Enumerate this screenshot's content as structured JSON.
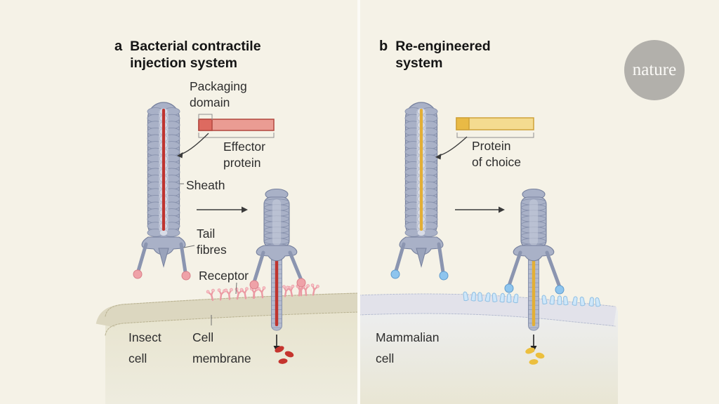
{
  "brand": {
    "logo_text": "nature"
  },
  "panels": {
    "a": {
      "letter": "a",
      "title": [
        "Bacterial contractile",
        "injection system"
      ],
      "labels": {
        "packaging_domain": [
          "Packaging",
          "domain"
        ],
        "effector_protein": [
          "Effector",
          "protein"
        ],
        "sheath": [
          "Sheath"
        ],
        "tail_fibres": [
          "Tail",
          "fibres"
        ],
        "receptor": [
          "Receptor"
        ],
        "insect_cell": [
          "Insect",
          "cell"
        ],
        "cell_membrane": [
          "Cell",
          "membrane"
        ]
      }
    },
    "b": {
      "letter": "b",
      "title": [
        "Re-engineered",
        "system"
      ],
      "labels": {
        "protein_of_choice": [
          "Protein",
          "of choice"
        ],
        "mammalian_cell": [
          "Mammalian",
          "cell"
        ]
      }
    }
  },
  "colors": {
    "background": "#f5f2e7",
    "divider": "#fcfbf6",
    "logo_circle": "#b2b0ab",
    "logo_text": "#fbfaf7",
    "phage_body": "#a9b1c7",
    "phage_outline": "#76809d",
    "phage_shade": "#8791ac",
    "phage_shade2": "#9aa3bb",
    "phage_leg": "#8b95b0",
    "phage_channel": "#c9cedc",
    "phage_channel_hi": "#d7dbe6",
    "tube_fill": "#b4bbcf",
    "core_red": "#bf342f",
    "core_yellow": "#e3af36",
    "bar_red_border": "#b2473f",
    "bar_red_left": "#dd6a60",
    "bar_red_right": "#ea9c93",
    "bar_yellow_border": "#cfa138",
    "bar_yellow_left": "#e9ba45",
    "bar_yellow_right": "#f4db90",
    "foot_pink_fill": "#efa2a8",
    "foot_pink_stroke": "#d97f88",
    "foot_blue_fill": "#8ec5ee",
    "foot_blue_stroke": "#5f9bcd",
    "receptor_pink_fill": "#f7c2c7",
    "receptor_pink_stroke": "#eb9aa3",
    "receptor_blue_fill": "#cfe7f9",
    "receptor_blue_stroke": "#8fbfe3",
    "membrane_a_band": "#dcd7c0",
    "membrane_a_edge": "#bcb595",
    "cell_a_top": "#e6e2cb",
    "cell_a_bottom": "#eeecdf",
    "membrane_b_band": "#e2e2ea",
    "membrane_b_edge": "#aeb5cd",
    "cell_b_top": "#edeff4",
    "cell_b_bottom": "#e9e6d4",
    "blob_red": "#c5342e",
    "blob_yellow": "#ecbf3e",
    "arrow": "#3a3a3a",
    "pointer": "#6e6e6e",
    "bracket": "#8f8f8f"
  }
}
